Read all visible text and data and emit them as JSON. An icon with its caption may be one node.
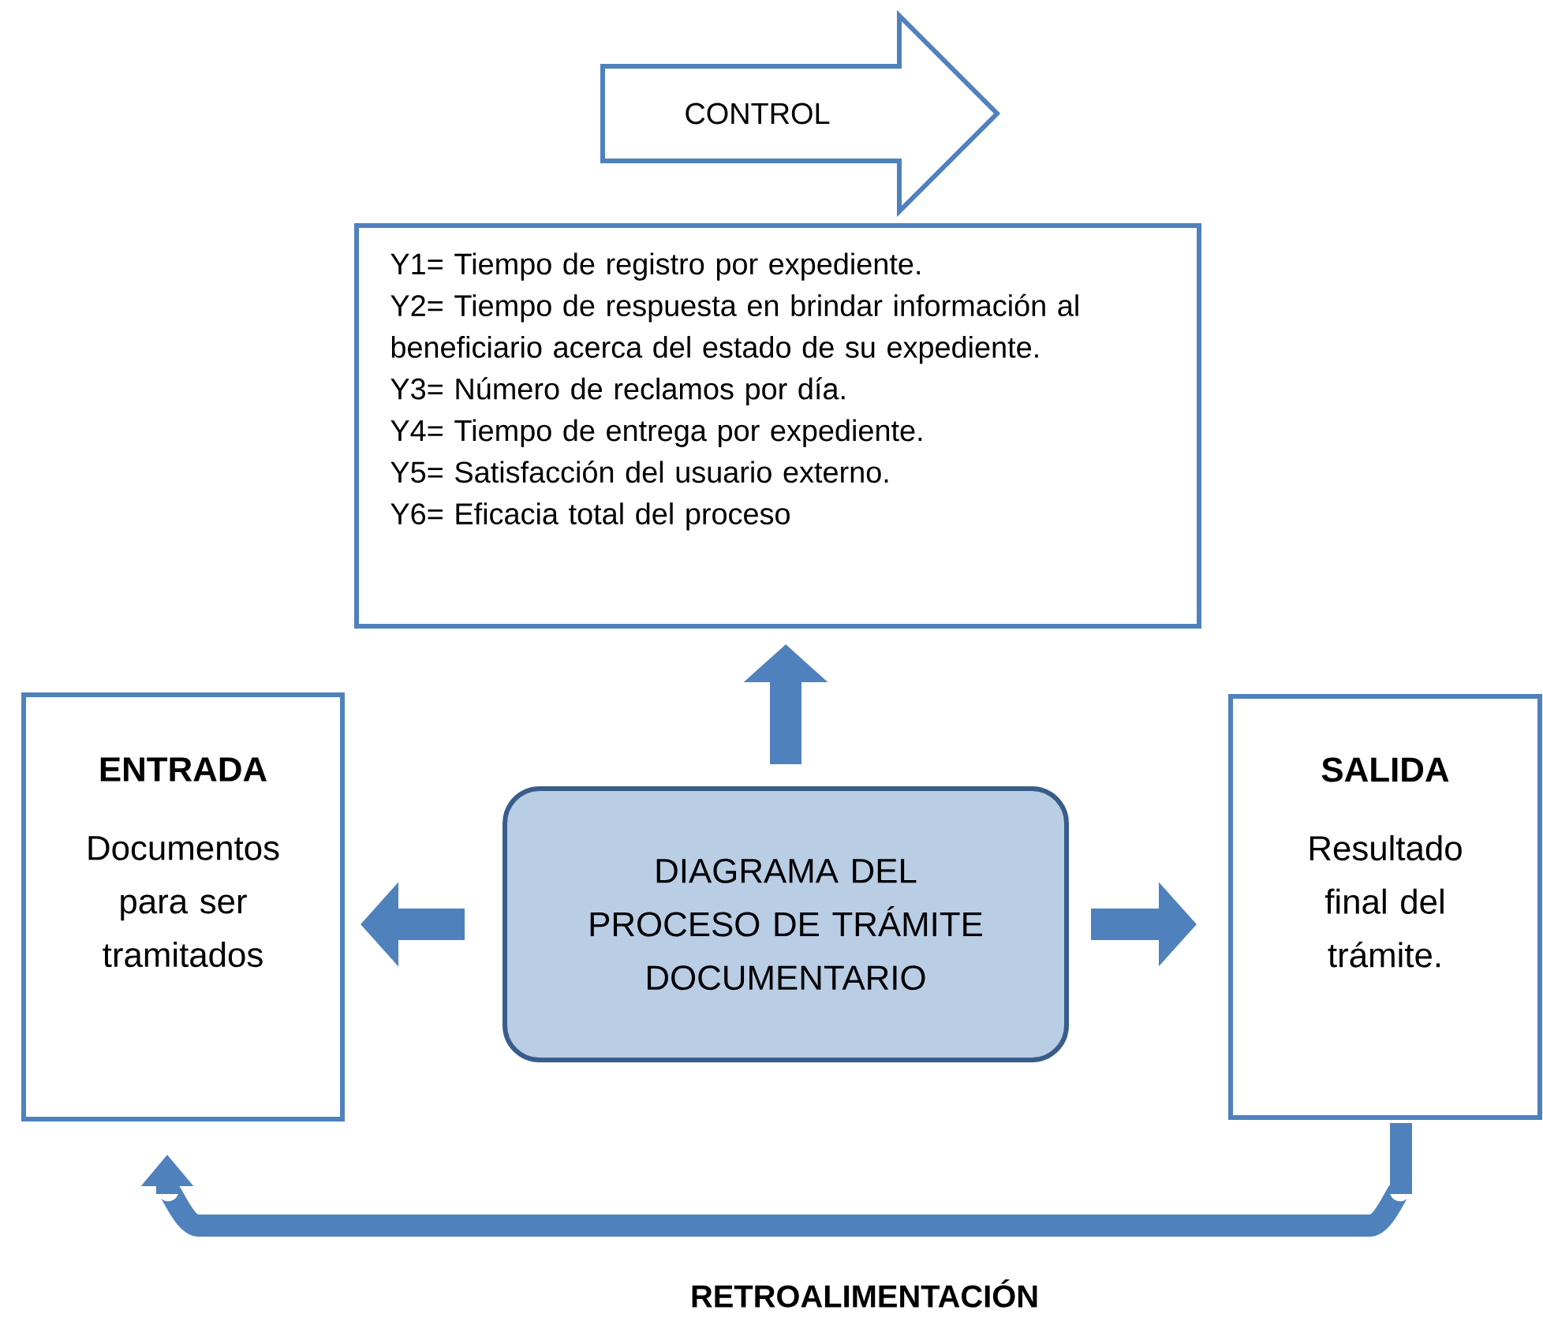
{
  "diagram": {
    "nodes": [
      {
        "text": [
          "CONTROL"
        ]
      },
      {
        "text": [
          "Y1= Tiempo de registro por expediente.",
          "Y2= Tiempo de respuesta en brindar información al beneficiario acerca del estado de su expediente.",
          "Y3= Número de reclamos por día.",
          "Y4= Tiempo de entrega por expediente.",
          "Y5= Satisfacción del usuario externo.",
          "Y6= Eficacia total del proceso"
        ]
      },
      {
        "text": [
          "ENTRADA",
          "Documentos para ser tramitados"
        ]
      },
      {
        "text": [
          "DIAGRAMA DEL PROCESO DE TRÁMITE DOCUMENTARIO"
        ]
      },
      {
        "text": [
          "SALIDA",
          "Resultado final del trámite."
        ]
      }
    ],
    "edges": [
      {
        "from": 3,
        "to": 1,
        "arrow": "to"
      },
      {
        "from": 3,
        "to": 2,
        "arrow": "to"
      },
      {
        "from": 3,
        "to": 4,
        "arrow": "to"
      },
      {
        "from": 4,
        "to": 2,
        "arrow": "to",
        "label": "RETROALIMENTACIÓN"
      }
    ]
  }
}
